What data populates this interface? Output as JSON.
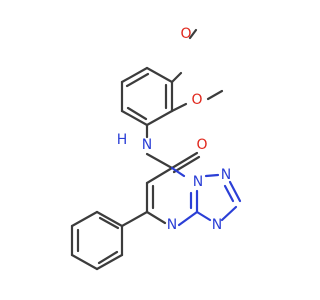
{
  "molecule": {
    "atoms": {
      "n_amide": {
        "text": "N"
      },
      "h_amide": {
        "text": "H"
      },
      "o_carbonyl": {
        "text": "O"
      },
      "o_methoxy_top": {
        "text": "O"
      },
      "o_methoxy_mid": {
        "text": "O"
      },
      "n_fused_top": {
        "text": "N"
      },
      "n_triazole_top": {
        "text": "N"
      },
      "n_triazole_bottom": {
        "text": "N"
      },
      "n_pyrimidine": {
        "text": "N"
      }
    },
    "colors": {
      "bond": "#3c3c3c",
      "nitrogen": "#2b3fd6",
      "oxygen": "#e0261b",
      "background": "#ffffff"
    }
  }
}
